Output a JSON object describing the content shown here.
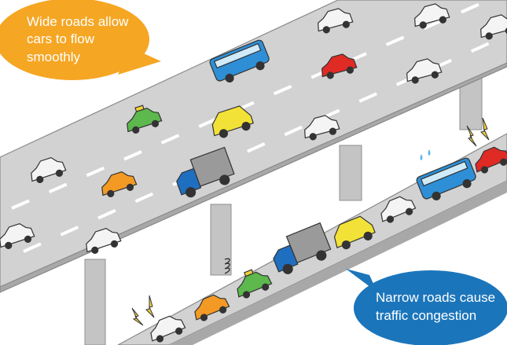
{
  "callouts": {
    "wide_line1": "Wide roads allow",
    "wide_line2": "cars to flow",
    "wide_line3": "smoothly",
    "narrow_line1": "Narrow roads cause",
    "narrow_line2": "traffic congestion"
  },
  "colors": {
    "orange_bubble": "#F5A623",
    "blue_bubble": "#1B75BB",
    "road": "#CDCDCD",
    "road_side": "#A9A9A9",
    "pillar": "#BDBDBD"
  },
  "icons": {
    "horn": "lightning-icon",
    "spring": "spring-icon",
    "sweat": "sweat-drop-icon"
  }
}
